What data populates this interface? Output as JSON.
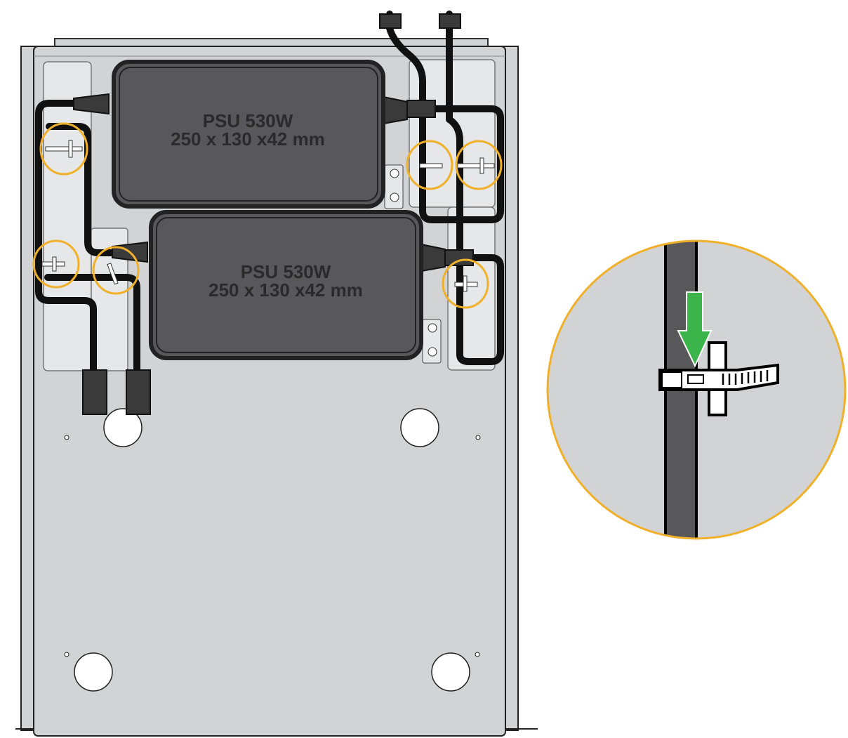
{
  "psus": [
    {
      "name": "PSU 530W",
      "dimensions": "250 x 130 x42 mm"
    },
    {
      "name": "PSU 530W",
      "dimensions": "250 x 130 x42 mm"
    }
  ],
  "colors": {
    "chassis": "#d1d3d4",
    "tray": "#e6e7e8",
    "psu": "#58585a",
    "cable": "#111111",
    "highlight": "#f0b02a",
    "arrow": "#3bb44a"
  }
}
